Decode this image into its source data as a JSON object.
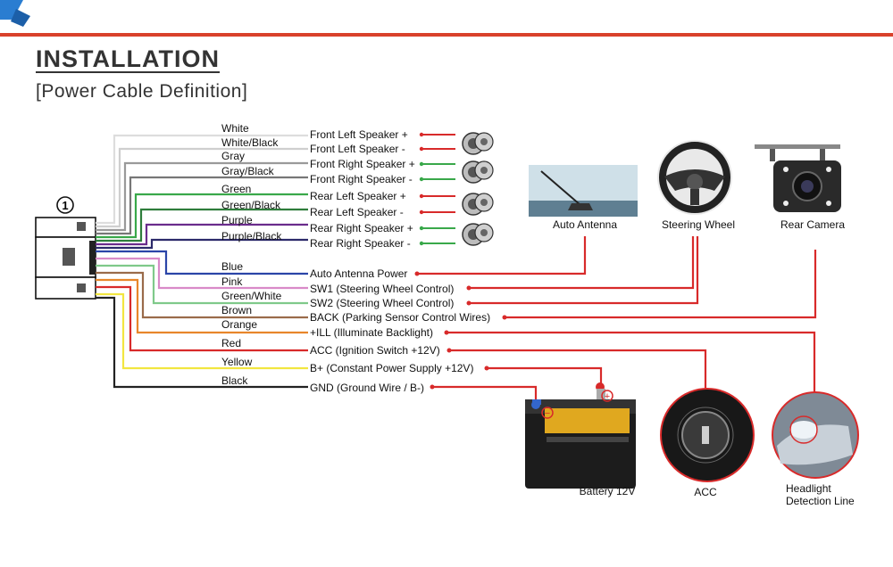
{
  "header": {
    "title": "INSTALLATION",
    "subtitle": "[Power Cable Definition]",
    "accent_color": "#d9412b"
  },
  "connector": {
    "number": "1"
  },
  "wires": [
    {
      "color_name": "White",
      "function": "Front Left Speaker +",
      "hex": "#dddddd"
    },
    {
      "color_name": "White/Black",
      "function": "Front Left Speaker -",
      "hex": "#cfcfcf"
    },
    {
      "color_name": "Gray",
      "function": "Front Right Speaker +",
      "hex": "#9a9a9a"
    },
    {
      "color_name": "Gray/Black",
      "function": "Front Right Speaker -",
      "hex": "#777777"
    },
    {
      "color_name": "Green",
      "function": "Rear Left Speaker +",
      "hex": "#39a84a"
    },
    {
      "color_name": "Green/Black",
      "function": "Rear Left Speaker -",
      "hex": "#2e7d3b"
    },
    {
      "color_name": "Purple",
      "function": "Rear Right Speaker +",
      "hex": "#6a2c8c"
    },
    {
      "color_name": "Purple/Black",
      "function": "Rear Right Speaker -",
      "hex": "#2c2a6a"
    },
    {
      "color_name": "Blue",
      "function": "Auto  Antenna Power",
      "hex": "#2b45a8"
    },
    {
      "color_name": "Pink",
      "function": "SW1 (Steering Wheel Control)",
      "hex": "#d98ac8"
    },
    {
      "color_name": "Green/White",
      "function": "SW2 (Steering Wheel Control)",
      "hex": "#7fc98a"
    },
    {
      "color_name": "Brown",
      "function": "BACK (Parking Sensor Control Wires)",
      "hex": "#9a6b4a"
    },
    {
      "color_name": "Orange",
      "function": "+ILL (Illuminate Backlight)",
      "hex": "#e8862a"
    },
    {
      "color_name": "Red",
      "function": "ACC (Ignition Switch +12V)",
      "hex": "#d82a2a"
    },
    {
      "color_name": "Yellow",
      "function": "B+ (Constant Power Supply +12V)",
      "hex": "#f2e640"
    },
    {
      "color_name": "Black",
      "function": "GND (Ground Wire / B-)",
      "hex": "#222222"
    }
  ],
  "devices": {
    "auto_antenna": "Auto Antenna",
    "steering_wheel": "Steering Wheel",
    "rear_camera": "Rear Camera",
    "battery": "Battery 12V",
    "acc": "ACC",
    "headlight_line1": "Headlight",
    "headlight_line2": "Detection Line"
  },
  "battery_terminals": {
    "negative": "−",
    "positive": "+"
  }
}
